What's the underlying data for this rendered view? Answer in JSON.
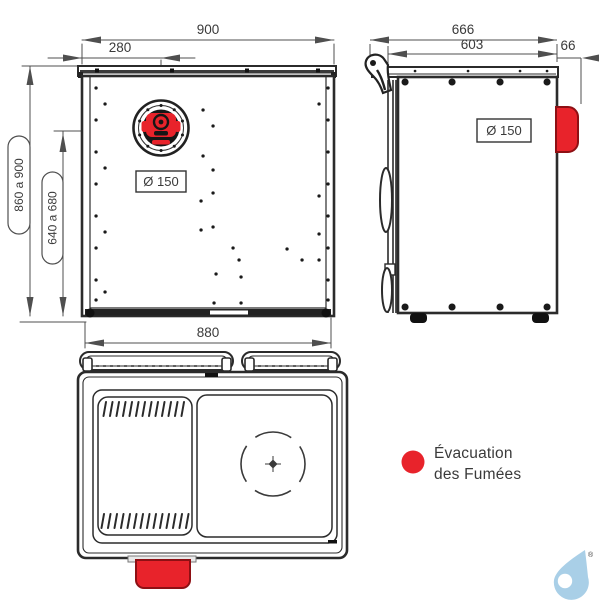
{
  "colors": {
    "red": "#e8232b",
    "red_dark": "#8e1014",
    "line": "#2b2b2b",
    "dim": "#4f4f4f",
    "legend_text": "#57585b",
    "logo_blue": "#a9cfe7"
  },
  "back_view": {
    "width_top": "900",
    "flue_offset": "280",
    "width_bottom": "880",
    "height_range": "860 a 900",
    "flue_height_range": "640 a 680",
    "flue_diameter": "Ø 150"
  },
  "side_view": {
    "depth_total": "666",
    "depth_body": "603",
    "flue_protrusion": "66",
    "flue_diameter": "Ø 150"
  },
  "legend": {
    "line1": "Évacuation",
    "line2": "des Fumées"
  },
  "logo": {
    "registered": "®"
  }
}
